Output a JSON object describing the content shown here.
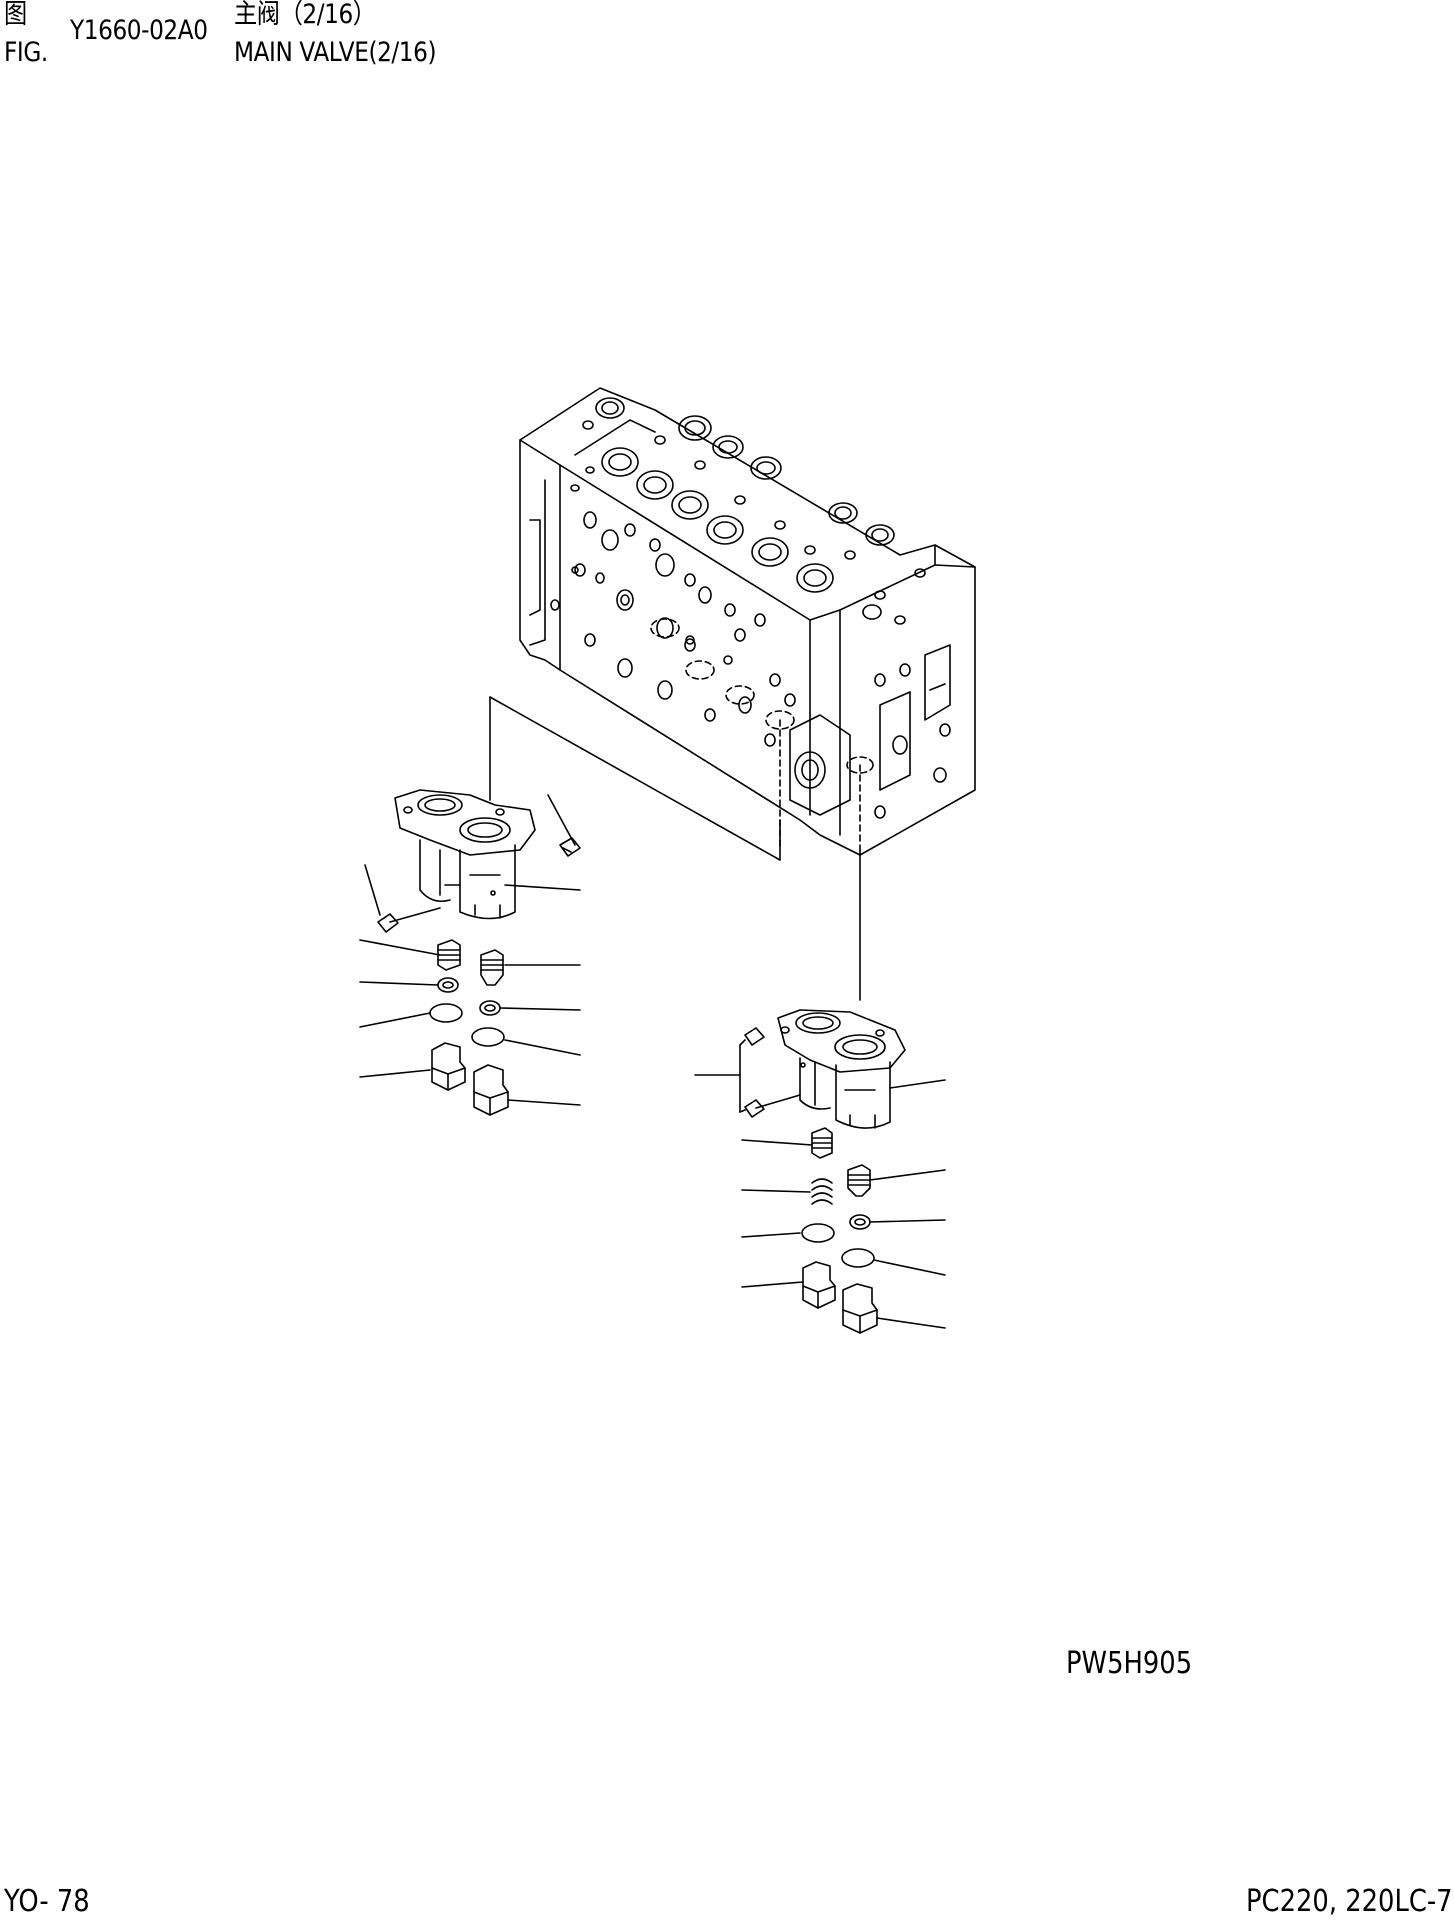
{
  "header": {
    "fig_cn": "图",
    "fig_number": "Y1660-02A0",
    "title_cn": "主阀（2/16）",
    "fig_en": "FIG.",
    "title_en": "MAIN VALVE(2/16)"
  },
  "footer": {
    "illustration_code": "PW5H905",
    "page_number": "YO- 78",
    "model": "PC220, 220LC-7"
  },
  "colors": {
    "line": "#000000",
    "background": "#ffffff"
  }
}
